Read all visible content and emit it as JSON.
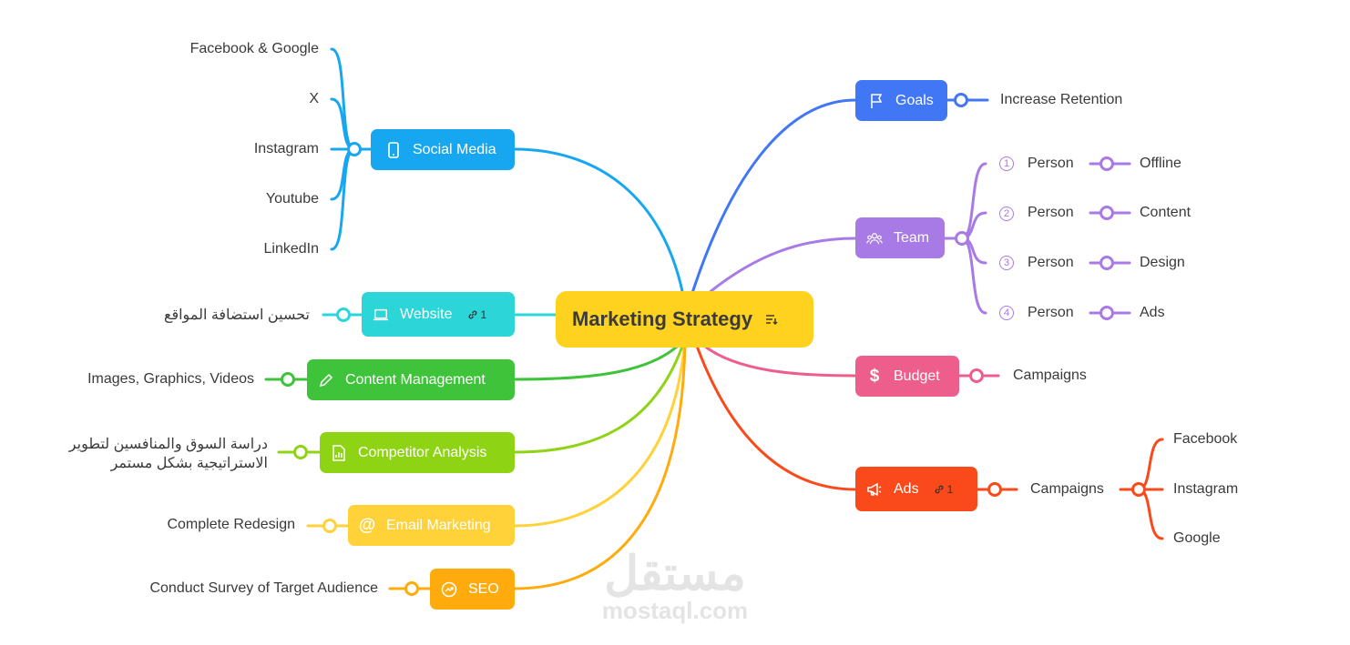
{
  "root": {
    "label": "Marketing Strategy",
    "color": "#ffd21f"
  },
  "left": {
    "social_media": {
      "label": "Social Media",
      "color": "#17a7f0",
      "icon": "phone-icon",
      "children": [
        "Facebook & Google",
        "X",
        "Instagram",
        "Youtube",
        "LinkedIn"
      ]
    },
    "website": {
      "label": "Website",
      "color": "#2bd5d8",
      "icon": "laptop-icon",
      "link_count": "1",
      "children": [
        "تحسين استضافة المواقع"
      ]
    },
    "content_management": {
      "label": "Content Management",
      "color": "#3ec33b",
      "icon": "pencil-icon",
      "children": [
        "Images, Graphics, Videos"
      ]
    },
    "competitor_analysis": {
      "label": "Competitor Analysis",
      "color": "#8fd414",
      "icon": "chart-icon",
      "children": [
        "دراسة السوق والمنافسين لتطوير",
        "الاستراتيجية بشكل مستمر"
      ]
    },
    "email_marketing": {
      "label": "Email Marketing",
      "color": "#ffd23a",
      "icon": "at-icon",
      "children": [
        "Complete Redesign"
      ]
    },
    "seo": {
      "label": "SEO",
      "color": "#ffab0d",
      "icon": "trend-icon",
      "children": [
        "Conduct Survey of Target Audience"
      ]
    }
  },
  "right": {
    "goals": {
      "label": "Goals",
      "color": "#4176f5",
      "icon": "flag-icon",
      "children": [
        "Increase Retention"
      ]
    },
    "team": {
      "label": "Team",
      "color": "#a77ae6",
      "icon": "people-icon",
      "members": [
        {
          "num": "1",
          "label": "Person",
          "role": "Offline"
        },
        {
          "num": "2",
          "label": "Person",
          "role": "Content"
        },
        {
          "num": "3",
          "label": "Person",
          "role": "Design"
        },
        {
          "num": "4",
          "label": "Person",
          "role": "Ads"
        }
      ]
    },
    "budget": {
      "label": "Budget",
      "color": "#ee5e8d",
      "icon": "dollar-icon",
      "children": [
        "Campaigns"
      ]
    },
    "ads": {
      "label": "Ads",
      "color": "#fa4a1c",
      "icon": "megaphone-icon",
      "link_count": "1",
      "campaigns": "Campaigns",
      "children": [
        "Facebook",
        "Instagram",
        "Google"
      ]
    }
  },
  "watermark": {
    "arabic": "مستقل",
    "latin": "mostaql.com"
  }
}
